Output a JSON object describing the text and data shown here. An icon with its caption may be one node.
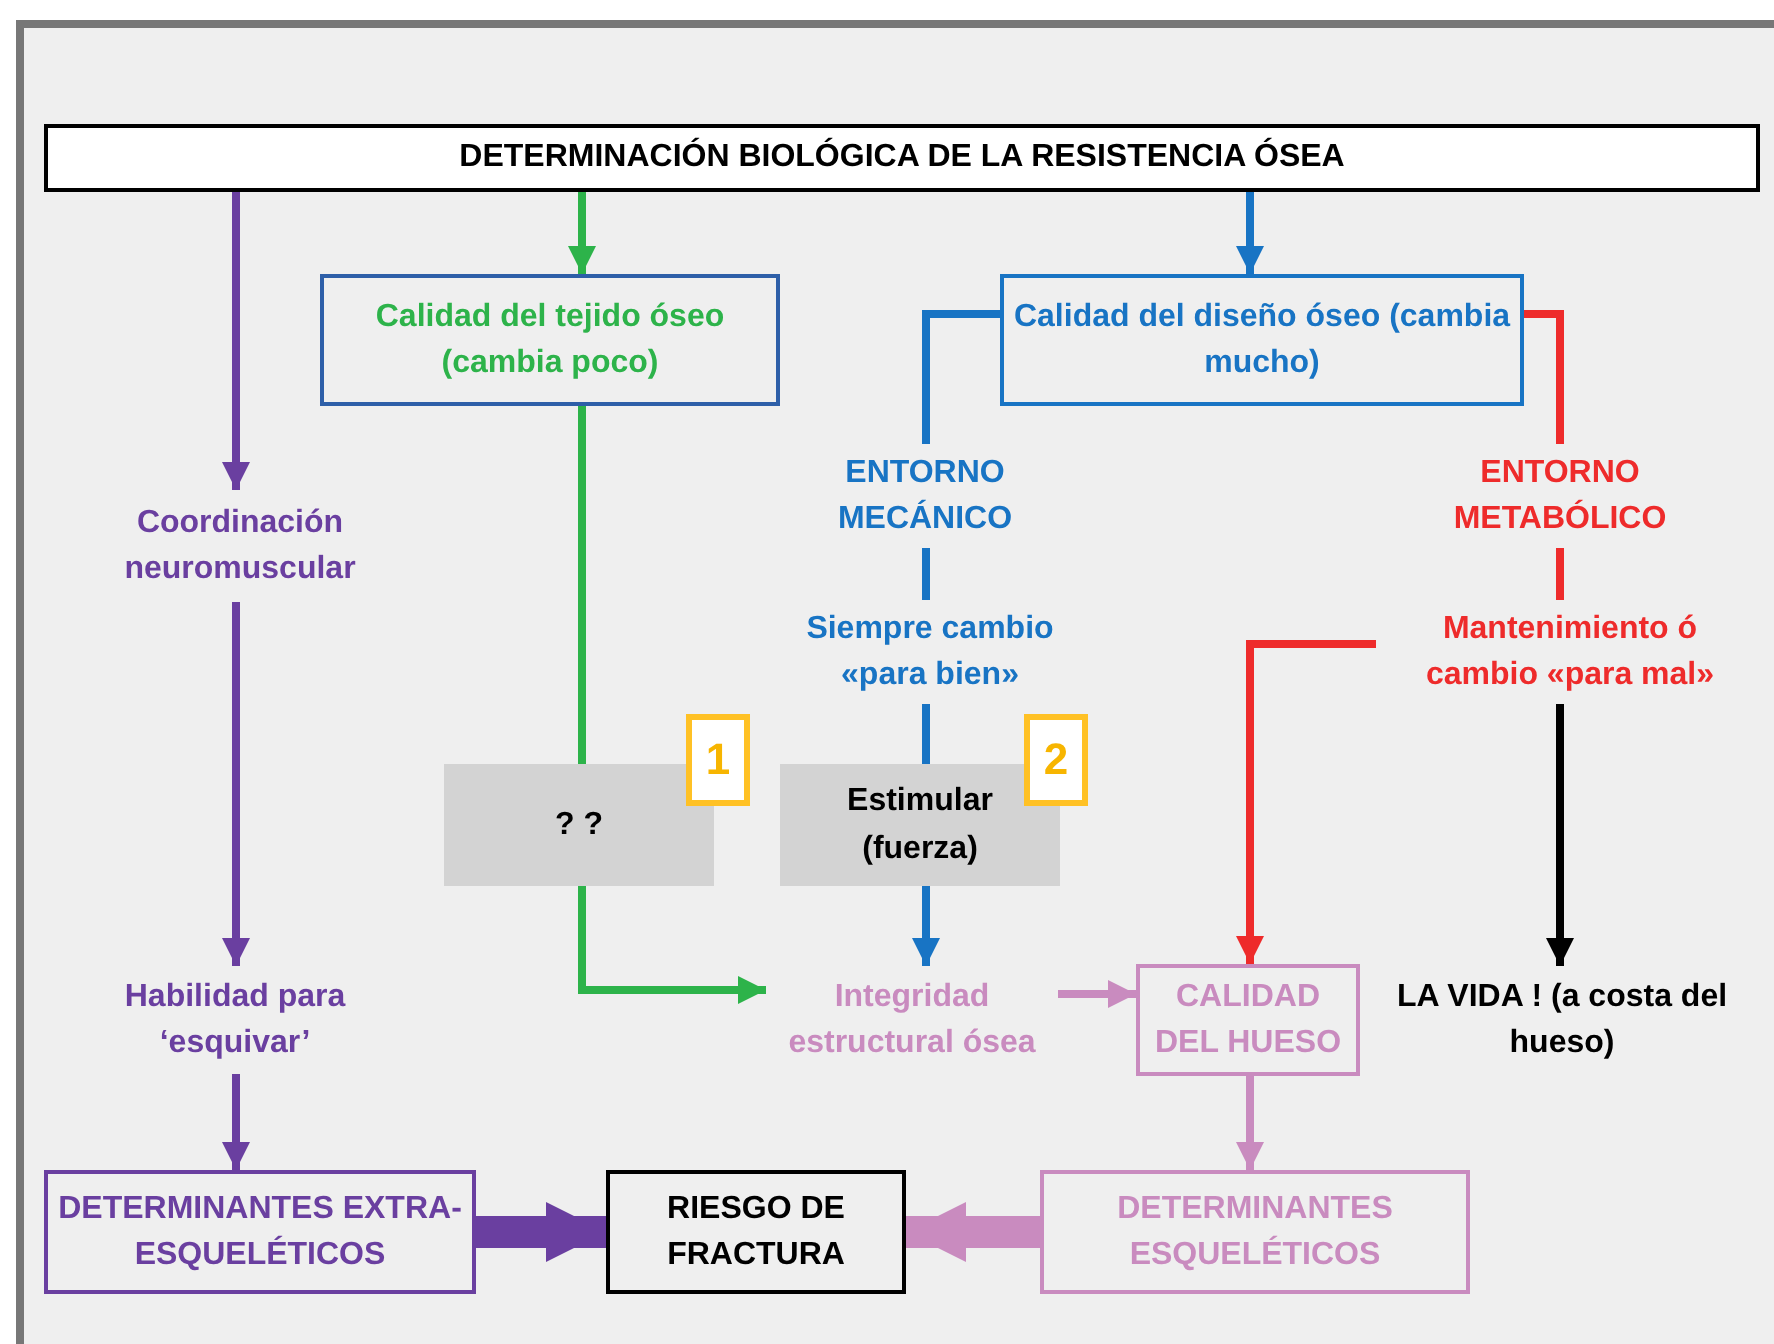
{
  "diagram": {
    "nodes": [
      {
        "text": [
          "DETERMINACIÓN BIOLÓGICA DE LA RESISTENCIA ÓSEA"
        ]
      },
      {
        "text": [
          "Calidad del tejido óseo (cambia poco)"
        ]
      },
      {
        "text": [
          "Calidad del diseño óseo (cambia mucho)"
        ]
      },
      {
        "text": [
          "Coordinación neuromuscular"
        ]
      },
      {
        "text": [
          "ENTORNO MECÁNICO"
        ]
      },
      {
        "text": [
          "ENTORNO METABÓLICO"
        ]
      },
      {
        "text": [
          "Siempre cambio «para bien»"
        ]
      },
      {
        "text": [
          "Mantenimiento ó cambio «para mal»"
        ]
      },
      {
        "text": [
          "? ?"
        ]
      },
      {
        "text": [
          "1"
        ]
      },
      {
        "text": [
          "Estimular (fuerza)"
        ]
      },
      {
        "text": [
          "2"
        ]
      },
      {
        "text": [
          "Habilidad para ‘esquivar’"
        ]
      },
      {
        "text": [
          "Integridad estructural ósea"
        ]
      },
      {
        "text": [
          "CALIDAD DEL HUESO"
        ]
      },
      {
        "text": [
          "LA VIDA ! (a costa del hueso)"
        ]
      },
      {
        "text": [
          "DETERMINANTES EXTRA-ESQUELÉTICOS"
        ]
      },
      {
        "text": [
          "RIESGO DE FRACTURA"
        ]
      },
      {
        "text": [
          "DETERMINANTES ESQUELÉTICOS"
        ]
      }
    ],
    "edges": [
      {
        "from": 0,
        "to": 3,
        "arrow": "to",
        "color": "#6a3fa0"
      },
      {
        "from": 0,
        "to": 1,
        "arrow": "to",
        "color": "#2db34a"
      },
      {
        "from": 0,
        "to": 2,
        "arrow": "to",
        "color": "#1874c4"
      },
      {
        "from": 2,
        "to": 4,
        "arrow": "none",
        "color": "#1874c4"
      },
      {
        "from": 2,
        "to": 5,
        "arrow": "none",
        "color": "#ee2b2b"
      },
      {
        "from": 4,
        "to": 6,
        "arrow": "none",
        "color": "#1874c4"
      },
      {
        "from": 5,
        "to": 7,
        "arrow": "none",
        "color": "#ee2b2b"
      },
      {
        "from": 1,
        "to": 8,
        "arrow": "none",
        "color": "#2db34a"
      },
      {
        "from": 8,
        "to": 13,
        "arrow": "to",
        "color": "#2db34a"
      },
      {
        "from": 6,
        "to": 10,
        "arrow": "none",
        "color": "#1874c4"
      },
      {
        "from": 10,
        "to": 13,
        "arrow": "to",
        "color": "#1874c4"
      },
      {
        "from": 7,
        "to": 14,
        "arrow": "to",
        "color": "#ee2b2b"
      },
      {
        "from": 7,
        "to": 15,
        "arrow": "to",
        "color": "#000000"
      },
      {
        "from": 3,
        "to": 12,
        "arrow": "to",
        "color": "#6a3fa0"
      },
      {
        "from": 13,
        "to": 14,
        "arrow": "to",
        "color": "#c98bbf"
      },
      {
        "from": 14,
        "to": 18,
        "arrow": "to",
        "color": "#c98bbf"
      },
      {
        "from": 12,
        "to": 16,
        "arrow": "to",
        "color": "#6a3fa0"
      },
      {
        "from": 16,
        "to": 17,
        "arrow": "to",
        "style": "thick",
        "color": "#6a3fa0"
      },
      {
        "from": 18,
        "to": 17,
        "arrow": "to",
        "style": "thick",
        "color": "#c98bbf"
      }
    ]
  }
}
